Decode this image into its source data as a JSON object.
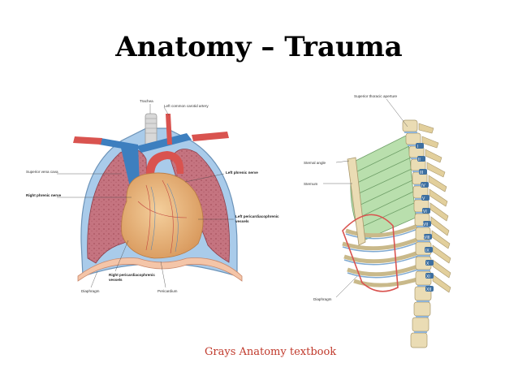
{
  "title": "Anatomy – Trauma",
  "caption": "Grays Anatomy textbook",
  "figure_left": {
    "labels": {
      "trachea": "Trachea",
      "left_carotid": "Left common carotid artery",
      "svc": "Superior vena cava",
      "right_phrenic": "Right phrenic nerve",
      "left_phrenic": "Left phrenic nerve",
      "left_pericardiacophrenic_1": "Left pericardiacophrenic",
      "left_pericardiacophrenic_2": "vessels",
      "right_pericardiacophrenic_1": "Right pericardiacophrenic",
      "right_pericardiacophrenic_2": "vessels",
      "diaphragm": "Diaphragm",
      "pericardium": "Pericardium"
    }
  },
  "figure_right": {
    "labels": {
      "superior_aperture": "Superior thoracic aperture",
      "sternal_angle": "Sternal angle",
      "sternum": "Sternum",
      "diaphragm": "Diaphragm"
    },
    "rib_numerals": [
      "I",
      "II",
      "III",
      "IV",
      "V",
      "VI",
      "VII",
      "VIII",
      "IX",
      "X",
      "XI",
      "XII"
    ]
  },
  "colors": {
    "lung": "#c9737f",
    "vein": "#3d7fbf",
    "artery": "#d9534f",
    "heart": "#e7b37a",
    "pleura": "#9ec3e6",
    "bone": "#eadcb4",
    "cartilage": "#b9dfad",
    "caption": "#c0392b"
  }
}
